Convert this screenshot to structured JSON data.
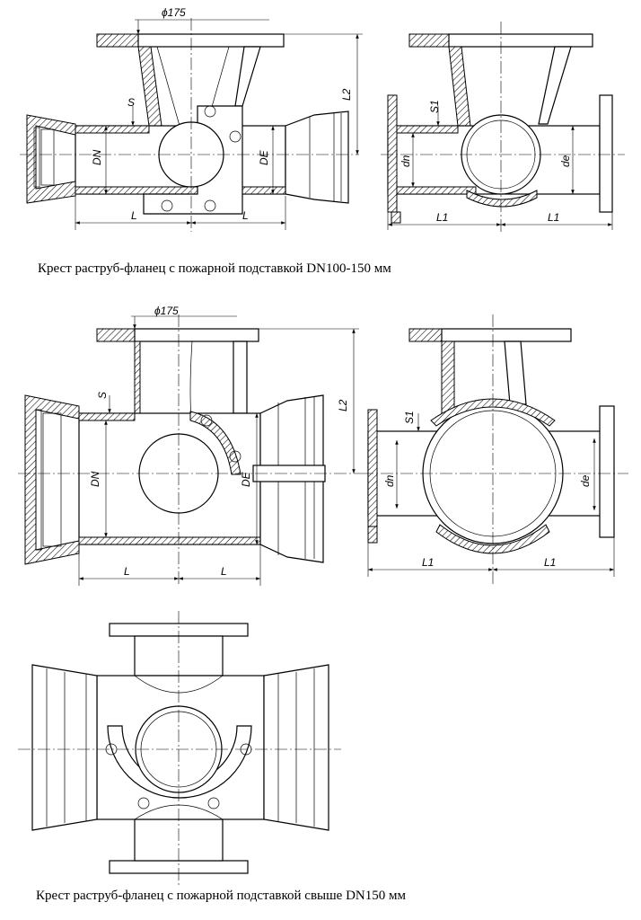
{
  "captions": {
    "top": "Крест раструб-фланец с пожарной подставкой DN100-150 мм",
    "bottom": "Крест раструб-фланец с пожарной подставкой свыше DN150 мм"
  },
  "dimensions": {
    "d175": "ϕ175",
    "S": "S",
    "S1": "S1",
    "DN": "DN",
    "DE": "DE",
    "dn": "dn",
    "de": "de",
    "L": "L",
    "L1": "L1",
    "L2": "L2"
  }
}
